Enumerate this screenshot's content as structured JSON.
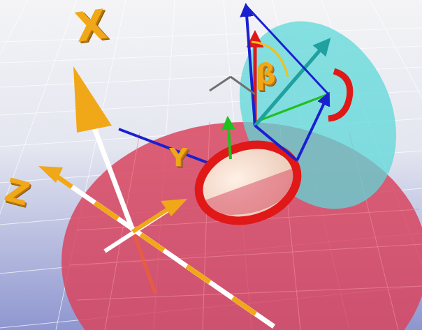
{
  "diagram": {
    "labels": [
      "X",
      "Z",
      "Y",
      "β"
    ]
  }
}
